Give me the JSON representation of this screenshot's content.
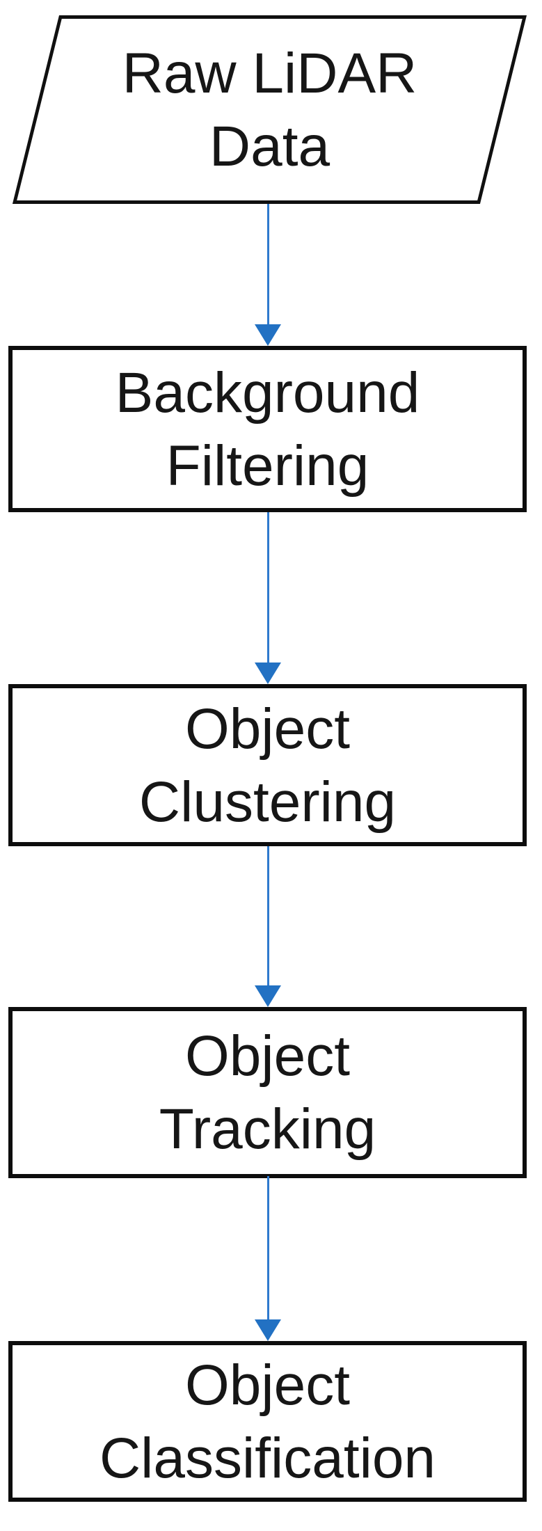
{
  "diagram": {
    "type": "flowchart",
    "direction": "top-to-bottom",
    "colors": {
      "node_border": "#0d0d0d",
      "node_fill": "#ffffff",
      "text": "#161616",
      "arrow": "#2271c3",
      "background": "#ffffff"
    },
    "nodes": [
      {
        "id": "raw-lidar-data",
        "shape": "parallelogram",
        "line1": "Raw LiDAR",
        "line2": "Data"
      },
      {
        "id": "background-filtering",
        "shape": "rectangle",
        "line1": "Background",
        "line2": "Filtering"
      },
      {
        "id": "object-clustering",
        "shape": "rectangle",
        "line1": "Object",
        "line2": "Clustering"
      },
      {
        "id": "object-tracking",
        "shape": "rectangle",
        "line1": "Object",
        "line2": "Tracking"
      },
      {
        "id": "object-classification",
        "shape": "rectangle",
        "line1": "Object",
        "line2": "Classification"
      }
    ],
    "edges": [
      {
        "from": "raw-lidar-data",
        "to": "background-filtering",
        "style": "arrow-down"
      },
      {
        "from": "background-filtering",
        "to": "object-clustering",
        "style": "arrow-down"
      },
      {
        "from": "object-clustering",
        "to": "object-tracking",
        "style": "arrow-down"
      },
      {
        "from": "object-tracking",
        "to": "object-classification",
        "style": "arrow-down"
      }
    ]
  }
}
